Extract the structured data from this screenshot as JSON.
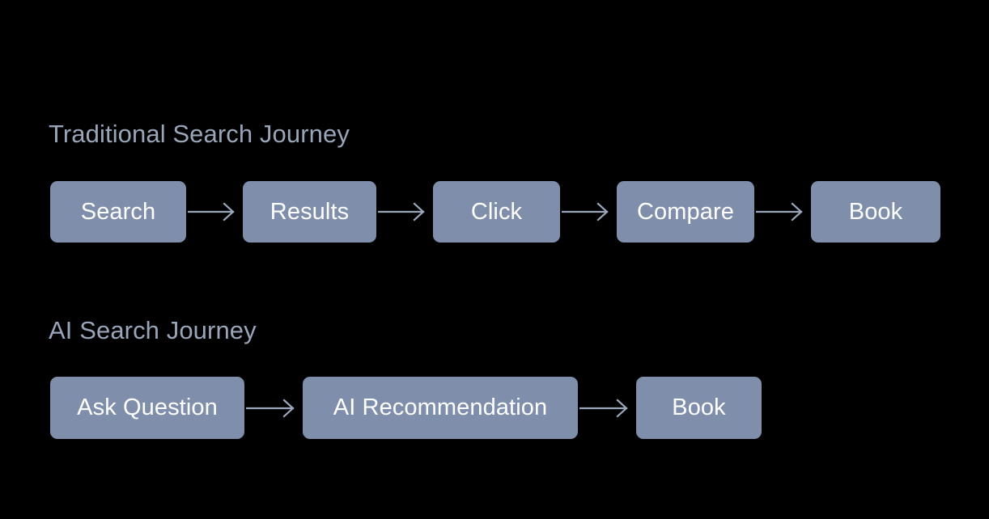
{
  "background_color": "#000000",
  "theme": {
    "node_fill": "#7f8fab",
    "node_text_color": "#ffffff",
    "heading_color": "#99a5b9",
    "arrow_color": "#9aa6ba"
  },
  "sections": [
    {
      "heading": "Traditional Search Journey",
      "steps": [
        {
          "label": "Search"
        },
        {
          "label": "Results"
        },
        {
          "label": "Click"
        },
        {
          "label": "Compare"
        },
        {
          "label": "Book"
        }
      ]
    },
    {
      "heading": "AI Search Journey",
      "steps": [
        {
          "label": "Ask Question"
        },
        {
          "label": "AI Recommendation"
        },
        {
          "label": "Book"
        }
      ]
    }
  ]
}
